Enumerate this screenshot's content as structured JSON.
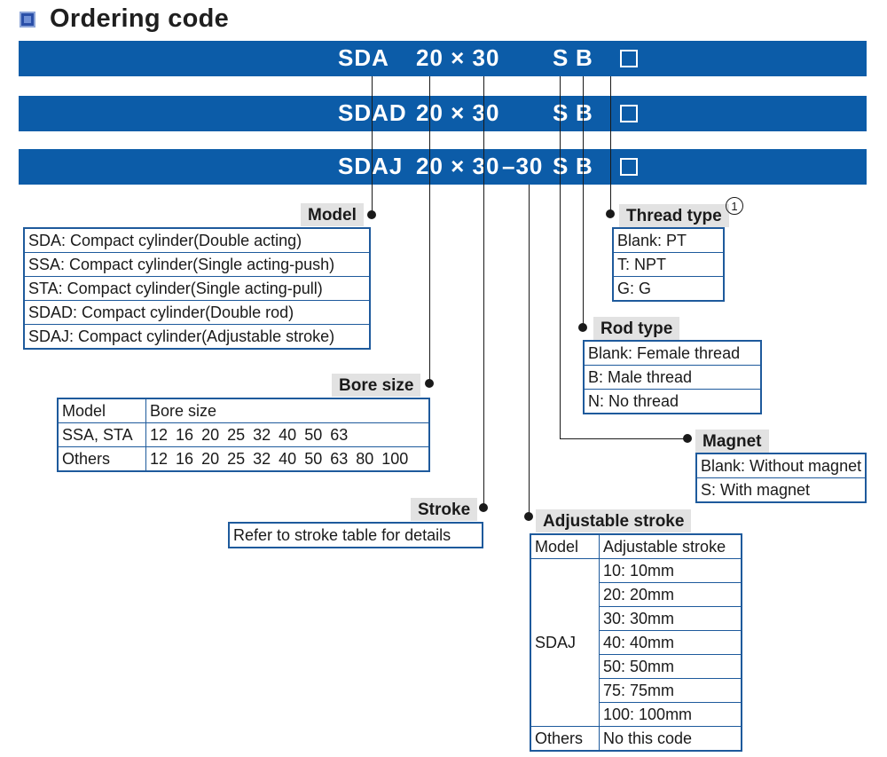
{
  "title": "Ordering code",
  "code_rows": [
    {
      "model": "SDA",
      "size": "20 × 30",
      "adj": "",
      "magnet": "S",
      "rod": "B"
    },
    {
      "model": "SDAD",
      "size": "20 × 30",
      "adj": "",
      "magnet": "S",
      "rod": "B"
    },
    {
      "model": "SDAJ",
      "size": "20 × 30",
      "adj": "–30",
      "magnet": "S",
      "rod": "B"
    }
  ],
  "model": {
    "label": "Model",
    "rows": [
      "SDA: Compact cylinder(Double acting)",
      "SSA: Compact cylinder(Single acting-push)",
      "STA: Compact cylinder(Single acting-pull)",
      "SDAD: Compact cylinder(Double rod)",
      "SDAJ: Compact cylinder(Adjustable stroke)"
    ]
  },
  "bore": {
    "label": "Bore size",
    "header": [
      "Model",
      "Bore size"
    ],
    "rows": [
      {
        "model": "SSA, STA",
        "sizes": [
          "12",
          "16",
          "20",
          "25",
          "32",
          "40",
          "50",
          "63"
        ]
      },
      {
        "model": "Others",
        "sizes": [
          "12",
          "16",
          "20",
          "25",
          "32",
          "40",
          "50",
          "63",
          "80",
          "100"
        ]
      }
    ]
  },
  "stroke": {
    "label": "Stroke",
    "text": "Refer to stroke table for details"
  },
  "thread": {
    "label": "Thread type",
    "note": "1",
    "rows": [
      "Blank: PT",
      "T: NPT",
      "G: G"
    ]
  },
  "rod": {
    "label": "Rod type",
    "rows": [
      "Blank: Female thread",
      "B: Male thread",
      "N: No thread"
    ]
  },
  "magnet": {
    "label": "Magnet",
    "rows": [
      "Blank: Without magnet",
      "S: With magnet"
    ]
  },
  "adjustable": {
    "label": "Adjustable stroke",
    "header": [
      "Model",
      "Adjustable stroke"
    ],
    "group_model": "SDAJ",
    "values": [
      "10: 10mm",
      "20: 20mm",
      "30: 30mm",
      "40: 40mm",
      "50: 50mm",
      "75: 75mm",
      "100: 100mm"
    ],
    "others_model": "Others",
    "others_value": "No this code"
  },
  "colors": {
    "bar": "#0c5ca8",
    "border": "#1e5a9c",
    "label_bg": "#e2e2e2"
  }
}
